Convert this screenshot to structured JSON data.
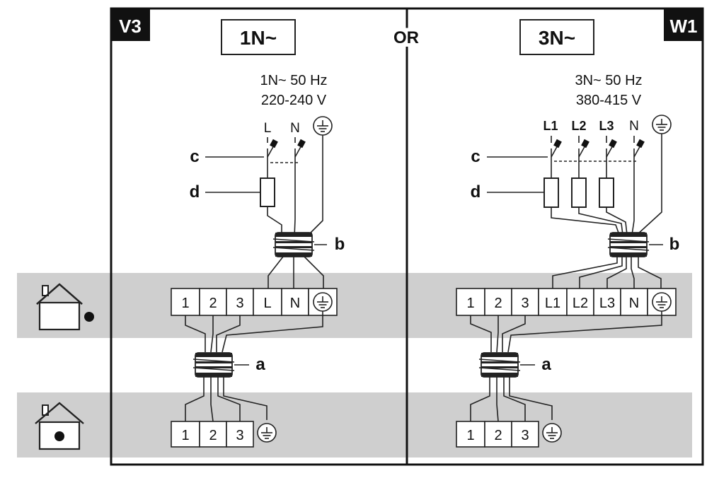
{
  "panels": {
    "left": {
      "badge": "V3",
      "title": "1N~",
      "supply_line1": "1N~ 50 Hz",
      "supply_line2": "220-240 V",
      "phase_labels": [
        "L",
        "N"
      ],
      "outdoor_terminals": [
        "1",
        "2",
        "3",
        "L",
        "N"
      ],
      "indoor_terminals": [
        "1",
        "2",
        "3"
      ]
    },
    "right": {
      "badge": "W1",
      "title": "3N~",
      "supply_line1": "3N~ 50 Hz",
      "supply_line2": "380-415 V",
      "phase_labels": [
        "L1",
        "L2",
        "L3",
        "N"
      ],
      "outdoor_terminals": [
        "1",
        "2",
        "3",
        "L1",
        "L2",
        "L3",
        "N"
      ],
      "indoor_terminals": [
        "1",
        "2",
        "3"
      ]
    }
  },
  "separator": "OR",
  "labels": {
    "a": "a",
    "b": "b",
    "c": "c",
    "d": "d"
  },
  "icons": [
    "earth-ground-icon",
    "house-outdoor-unit-icon",
    "house-indoor-unit-icon",
    "ferrite-core-icon",
    "fuse-icon",
    "breaker-switch-icon"
  ]
}
